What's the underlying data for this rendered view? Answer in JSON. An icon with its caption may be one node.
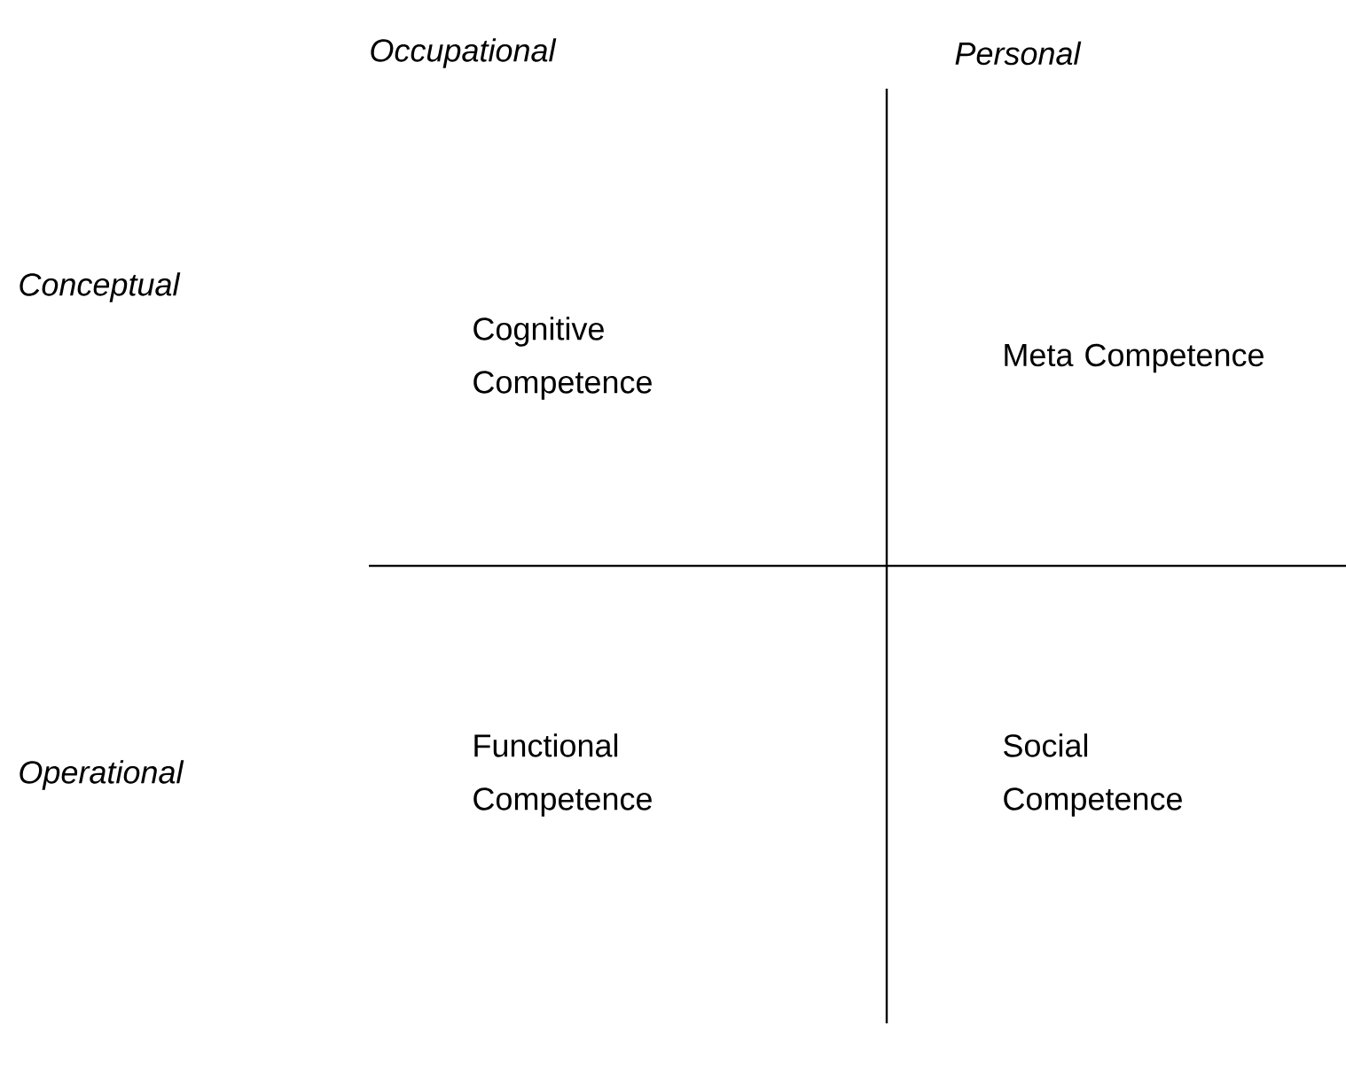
{
  "diagram": {
    "labels": [
      "Occupational",
      "Personal",
      "Conceptual",
      "Cognitive Competence",
      "Meta Competence",
      "Operational",
      "Functional Competence",
      "Social Competence"
    ]
  }
}
